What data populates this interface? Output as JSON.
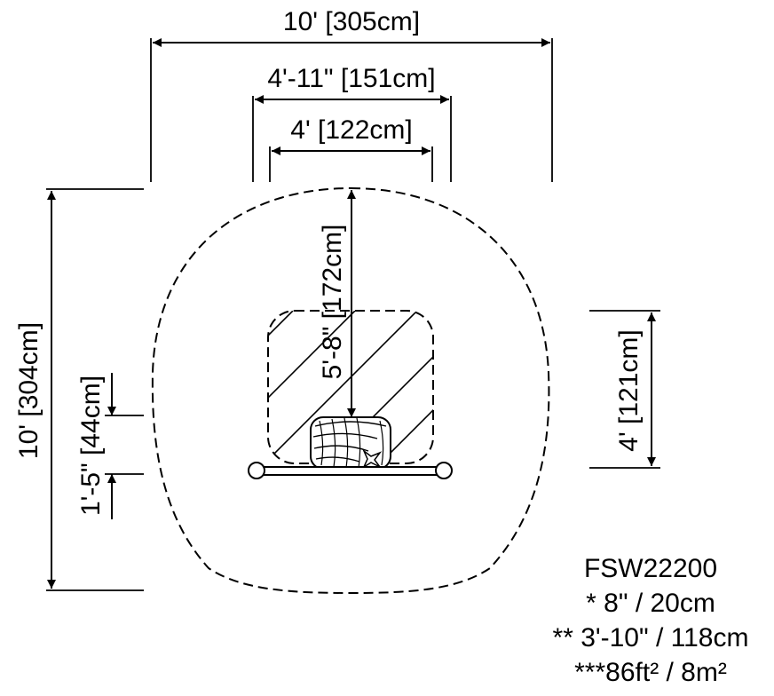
{
  "dimensions": {
    "overall_width": "10' [305cm]",
    "middle_width": "4'-11\" [151cm]",
    "inner_width": "4' [122cm]",
    "overall_depth": "10' [304cm]",
    "swing_depth": "5'-8\" [172cm]",
    "seat_zone_depth": "4' [121cm]",
    "seat_height": "1'-5\" [44cm]"
  },
  "specs": {
    "model": "FSW22200",
    "line1": "* 8\" / 20cm",
    "line2": "** 3'-10\" / 118cm",
    "line3": "***86ft² / 8m²"
  },
  "colors": {
    "ink": "#000000",
    "background": "#ffffff"
  }
}
